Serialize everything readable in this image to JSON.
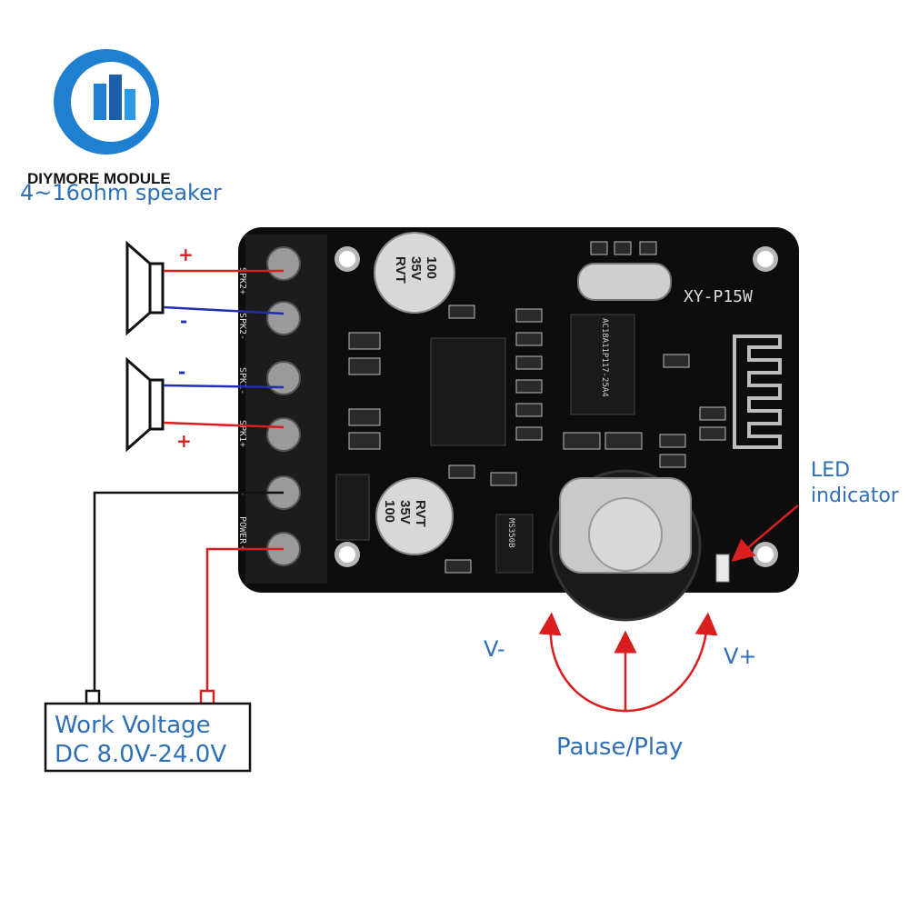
{
  "brand": {
    "name": "DIYMORE MODULE"
  },
  "labels": {
    "speaker": "4~16ohm speaker",
    "led_indicator_line1": "LED",
    "led_indicator_line2": "indicator",
    "voltage_line1": "Work Voltage",
    "voltage_line2": "DC 8.0V-24.0V",
    "v_minus": "V-",
    "v_plus": "V+",
    "pause_play": "Pause/Play"
  },
  "polarity": {
    "plus": "+",
    "minus": "-"
  },
  "board": {
    "model": "XY-P15W",
    "chip": "AC18A11P117-25A4",
    "cap_value": "100",
    "cap_voltage": "35V",
    "cap_series": "RVT",
    "regulator": "MS350B",
    "terminals": [
      "SPK2+",
      "SPK2-",
      "SPK1-",
      "SPK1+",
      "-",
      "+"
    ],
    "power_label": "POWER"
  },
  "colors": {
    "label_blue": "#2e6fb6",
    "wire_red": "#d81e1e",
    "wire_blue": "#1f2fb0",
    "wire_black": "#111111",
    "board": "#0d0d0d"
  }
}
